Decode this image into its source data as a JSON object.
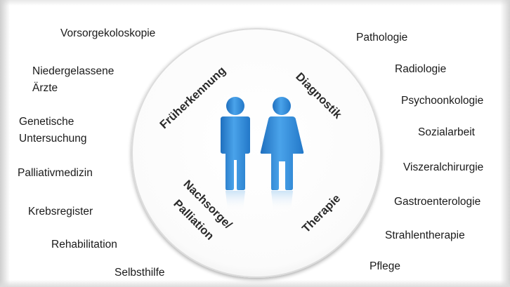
{
  "circle": {
    "segments": {
      "top_left": "Früherkennung",
      "top_right": "Diagnostik",
      "bottom_left_line1": "Nachsorge/",
      "bottom_left_line2": "Palliation",
      "bottom_right": "Therapie"
    }
  },
  "left_labels": [
    [
      "Vorsorgekoloskopie"
    ],
    [
      "Niedergelassene",
      "Ärzte"
    ],
    [
      "Genetische",
      "Untersuchung"
    ],
    [
      "Palliativmedizin"
    ],
    [
      "Krebsregister"
    ],
    [
      "Rehabilitation"
    ],
    [
      "Selbsthilfe"
    ]
  ],
  "right_labels": [
    "Pathologie",
    "Radiologie",
    "Psychoonkologie",
    "Sozialarbeit",
    "Viszeralchirurgie",
    "Gastroenterologie",
    "Strahlentherapie",
    "Pflege"
  ],
  "colors": {
    "figure_blue": "#2f86d6",
    "figure_blue_light": "#6db4f0",
    "circle_stroke": "#d9d9d9"
  },
  "icons": [
    "male-person-icon",
    "female-person-icon"
  ]
}
